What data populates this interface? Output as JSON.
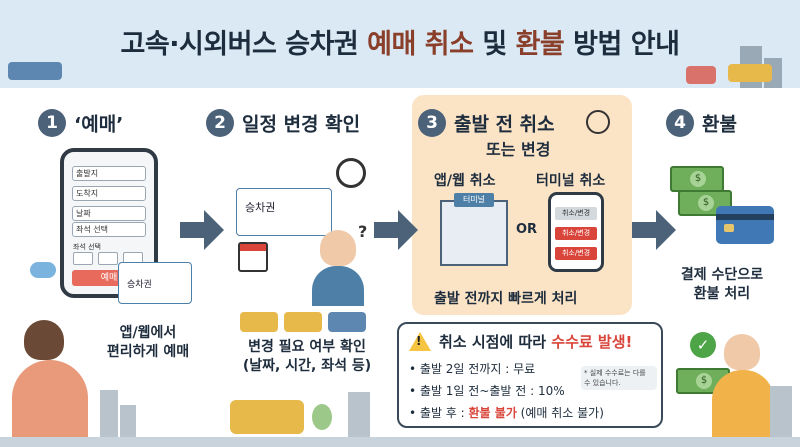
{
  "title": {
    "part1": "고속·시외버스 승차권 ",
    "accent1": "예매 취소",
    "part2": " 및 ",
    "accent2": "환불",
    "part3": " 방법 안내"
  },
  "steps": [
    {
      "number": "1",
      "title": "‘예매’"
    },
    {
      "number": "2",
      "title": "일정 변경 확인"
    },
    {
      "number": "3",
      "title": "출발 전 취소",
      "title2": "또는 변경"
    },
    {
      "number": "4",
      "title": "환불"
    }
  ],
  "step1": {
    "fields": [
      "출발지",
      "도착지",
      "날짜",
      "좌석 선택"
    ],
    "seat_label": "좌석 선택",
    "reserve_button": "예매",
    "ticket_label": "승차권",
    "caption": [
      "앱/웹에서",
      "편리하게 예매"
    ]
  },
  "step2": {
    "ticket_label": "승차권",
    "caption": [
      "변경 필요 여부 확인",
      "(날짜, 시간, 좌석 등)"
    ]
  },
  "step3": {
    "app_web_label": "앱/웹 취소",
    "terminal_label": "터미널 취소",
    "booth_sign": "터미널",
    "or_label": "OR",
    "phone_buttons": [
      "취소/변경",
      "취소/변경",
      "취소/변경"
    ],
    "caption": "출발 전까지 빠르게 처리"
  },
  "fees": {
    "title_prefix": "취소 시점에 따라 ",
    "title_red": "수수료 발생!",
    "items": [
      {
        "text": "출발 2일 전까지 : 무료"
      },
      {
        "text": "출발 1일 전~출발 전 : 10%"
      },
      {
        "prefix": "출발 후 : ",
        "red": "환불 불가",
        "suffix": " (예매 취소 불가)"
      }
    ],
    "note": "* 실제 수수료는 다를 수 있습니다."
  },
  "step4": {
    "caption": [
      "결제 수단으로",
      "환불 처리"
    ]
  },
  "colors": {
    "accent": "#8a3f2a",
    "red": "#d9453a",
    "panel": "#fbe3c6",
    "header": "#dbe9f4"
  }
}
